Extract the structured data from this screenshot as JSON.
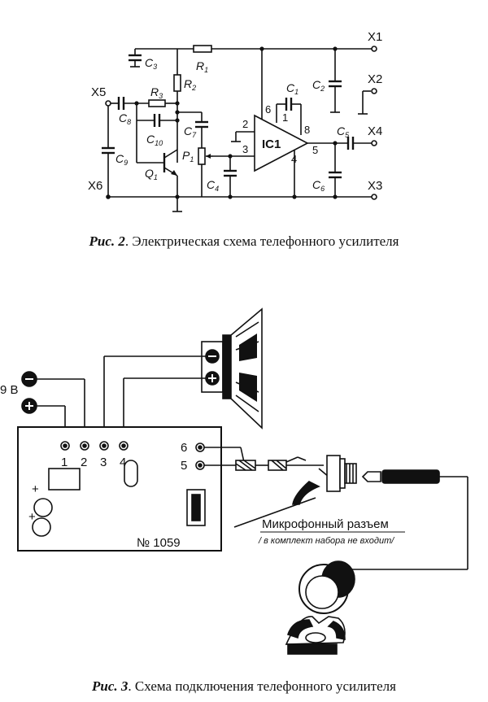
{
  "fig2": {
    "caption_prefix": "Рис. 2",
    "caption_text": ". Электрическая схема телефонного усилителя",
    "terminals": {
      "x1": "X1",
      "x2": "X2",
      "x3": "X3",
      "x4": "X4",
      "x5": "X5",
      "x6": "X6"
    },
    "parts": {
      "c1": "C",
      "c1s": "1",
      "c2": "C",
      "c2s": "2",
      "c3": "C",
      "c3s": "3",
      "c4": "C",
      "c4s": "4",
      "c5": "C",
      "c5s": "5",
      "c6": "C",
      "c6s": "6",
      "c7": "C",
      "c7s": "7",
      "c8": "C",
      "c8s": "8",
      "c9": "C",
      "c9s": "9",
      "c10": "C",
      "c10s": "10",
      "r1": "R",
      "r1s": "1",
      "r2": "R",
      "r2s": "2",
      "r3": "R",
      "r3s": "3",
      "p1": "P",
      "p1s": "1",
      "q1": "Q",
      "q1s": "1"
    },
    "ic": "IC1",
    "pins": {
      "p1": "1",
      "p2": "2",
      "p3": "3",
      "p4": "4",
      "p5": "5",
      "p6": "6",
      "p8": "8"
    }
  },
  "fig3": {
    "caption_prefix": "Рис. 3",
    "caption_text": ". Схема подключения телефонного усилителя",
    "battery_label": "9 В",
    "board_number": "№ 1059",
    "terminal_numbers": [
      "1",
      "2",
      "3",
      "4"
    ],
    "side_numbers": [
      "6",
      "5"
    ],
    "mic_jack_label": "Микрофонный разъем",
    "mic_jack_note": "/ в комплект набора не входит/",
    "minus": "−",
    "plus": "+"
  }
}
